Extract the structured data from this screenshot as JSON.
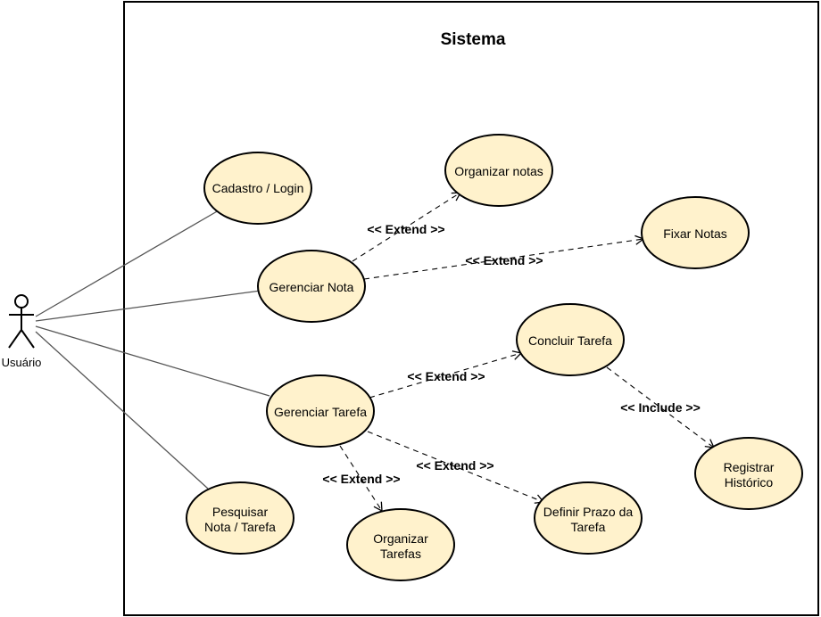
{
  "diagram": {
    "system": {
      "title": "Sistema"
    },
    "actor": {
      "name": "Usuário"
    },
    "use_cases": {
      "cadastro_login": [
        "Cadastro / Login"
      ],
      "gerenciar_nota": [
        "Gerenciar Nota"
      ],
      "organizar_notas": [
        "Organizar notas"
      ],
      "fixar_notas": [
        "Fixar Notas"
      ],
      "gerenciar_tarefa": [
        "Gerenciar Tarefa"
      ],
      "concluir_tarefa": [
        "Concluir Tarefa"
      ],
      "registrar_historico": [
        "Registrar",
        "Histórico"
      ],
      "pesquisar": [
        "Pesquisar",
        "Nota / Tarefa"
      ],
      "organizar_tarefas": [
        "Organizar",
        "Tarefas"
      ],
      "definir_prazo": [
        "Definir Prazo da",
        "Tarefa"
      ]
    },
    "relations": {
      "extend_label": "<< Extend >>",
      "include_label": "<< Include >>"
    }
  }
}
